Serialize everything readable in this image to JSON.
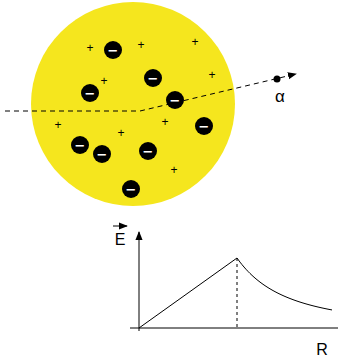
{
  "diagram": {
    "nodes": [
      {
        "text": [
          "−"
        ]
      },
      {
        "text": [
          "−"
        ]
      },
      {
        "text": [
          "−"
        ]
      },
      {
        "text": [
          "−"
        ]
      },
      {
        "text": [
          "−"
        ]
      },
      {
        "text": [
          "−"
        ]
      },
      {
        "text": [
          "−"
        ]
      },
      {
        "text": [
          "−"
        ]
      },
      {
        "text": [
          "−"
        ]
      }
    ],
    "labels": [
      "+",
      "+",
      "+",
      "+",
      "+",
      "+",
      "+",
      "+",
      "+",
      "α",
      "E",
      "R"
    ]
  }
}
